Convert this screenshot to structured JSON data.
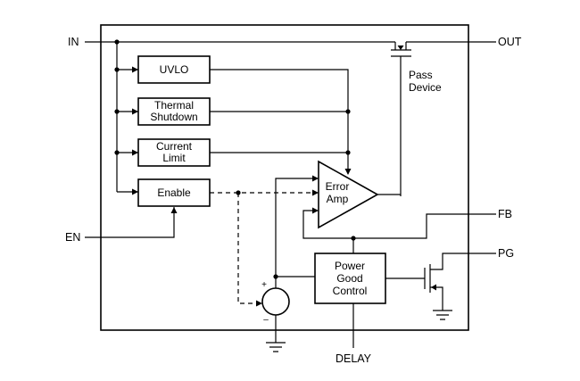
{
  "pins": {
    "in": "IN",
    "out": "OUT",
    "en": "EN",
    "fb": "FB",
    "pg": "PG",
    "delay": "DELAY"
  },
  "blocks": {
    "uvlo": "UVLO",
    "thermal_1": "Thermal",
    "thermal_2": "Shutdown",
    "current_1": "Current",
    "current_2": "Limit",
    "enable": "Enable",
    "error_amp_1": "Error",
    "error_amp_2": "Amp",
    "pgood_1": "Power",
    "pgood_2": "Good",
    "pgood_3": "Control",
    "pass_1": "Pass",
    "pass_2": "Device"
  },
  "comparator": {
    "plus": "+",
    "minus": "–"
  }
}
